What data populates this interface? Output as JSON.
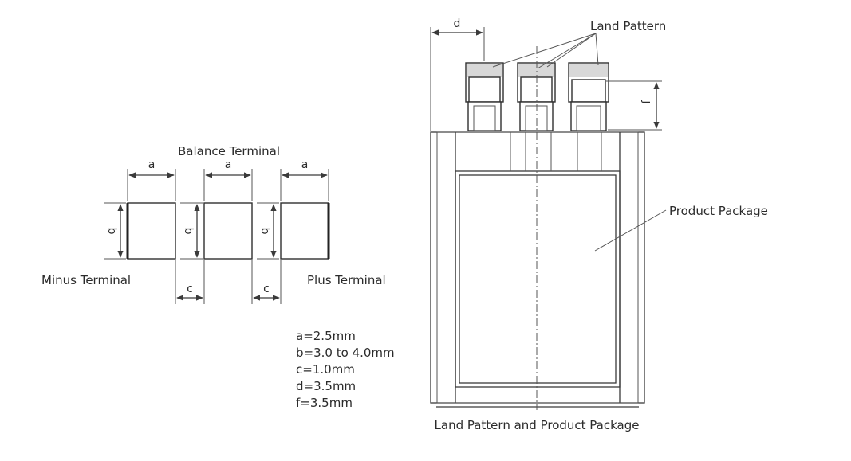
{
  "labels": {
    "balance_terminal": "Balance Terminal",
    "minus_terminal": "Minus Terminal",
    "plus_terminal": "Plus Terminal",
    "land_pattern": "Land Pattern",
    "product_package": "Product Package",
    "caption": "Land Pattern and Product Package"
  },
  "dimension_letters": {
    "a": "a",
    "b": "b",
    "c": "c",
    "d": "d",
    "f": "f"
  },
  "specs": [
    "a=2.5mm",
    "b=3.0 to 4.0mm",
    "c=1.0mm",
    "d=3.5mm",
    "f=3.5mm"
  ]
}
